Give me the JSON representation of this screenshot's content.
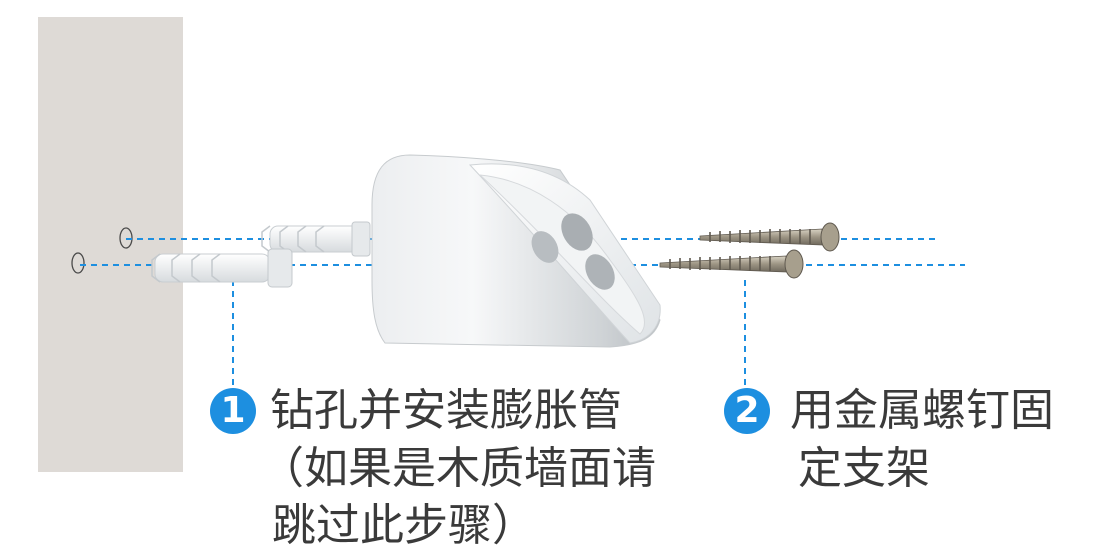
{
  "colors": {
    "accent": "#1d8fe0",
    "wall": "#dedad6",
    "guide": "#1d8fe0",
    "text": "#3a3a3a"
  },
  "steps": [
    {
      "number": "1",
      "lines": [
        "钻孔并安装膨胀管",
        "（如果是木质墙面请",
        "跳过此步骤）"
      ]
    },
    {
      "number": "2",
      "lines": [
        "用金属螺钉固",
        "定支架"
      ]
    }
  ]
}
